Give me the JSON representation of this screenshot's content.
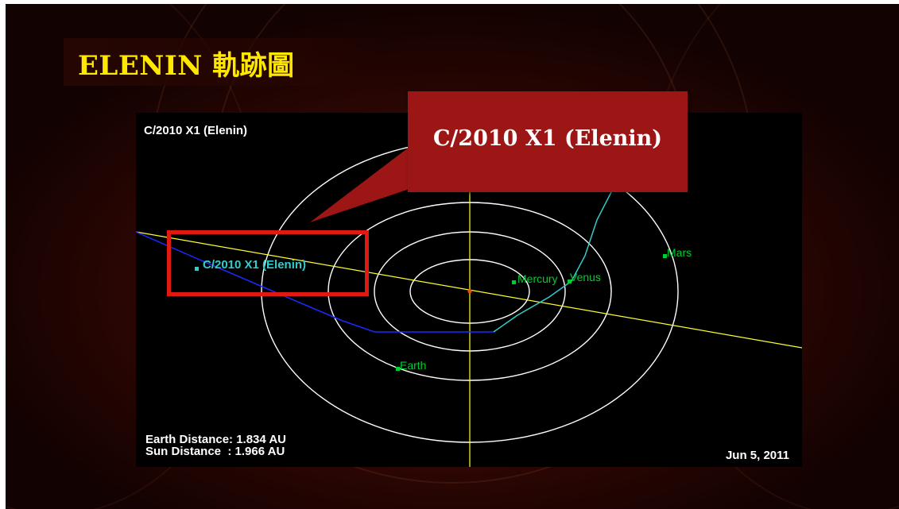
{
  "slide": {
    "title": "ELENIN 軌跡圖",
    "callout_text": "C/2010 X1 (Elenin)"
  },
  "orbit_view": {
    "heading": "C/2010 X1 (Elenin)",
    "comet_label": "C/2010 X1 (Elenin)",
    "planet_labels": {
      "mercury": "Mercury",
      "venus": "Venus",
      "earth": "Earth",
      "mars": "Mars"
    },
    "earth_distance": "Earth Distance: 1.834 AU",
    "sun_distance": "Sun Distance  : 1.966 AU",
    "date": "Jun 5, 2011"
  },
  "colors": {
    "title": "#ffe800",
    "callout_bg": "#9b1614",
    "highlight_border": "#e01a12",
    "orbit_lines": "#ffffff",
    "axis_lines": "#ffff33",
    "planet_labels": "#00cc33",
    "comet": "#33cccc",
    "comet_path_past": "#1a2aff"
  }
}
